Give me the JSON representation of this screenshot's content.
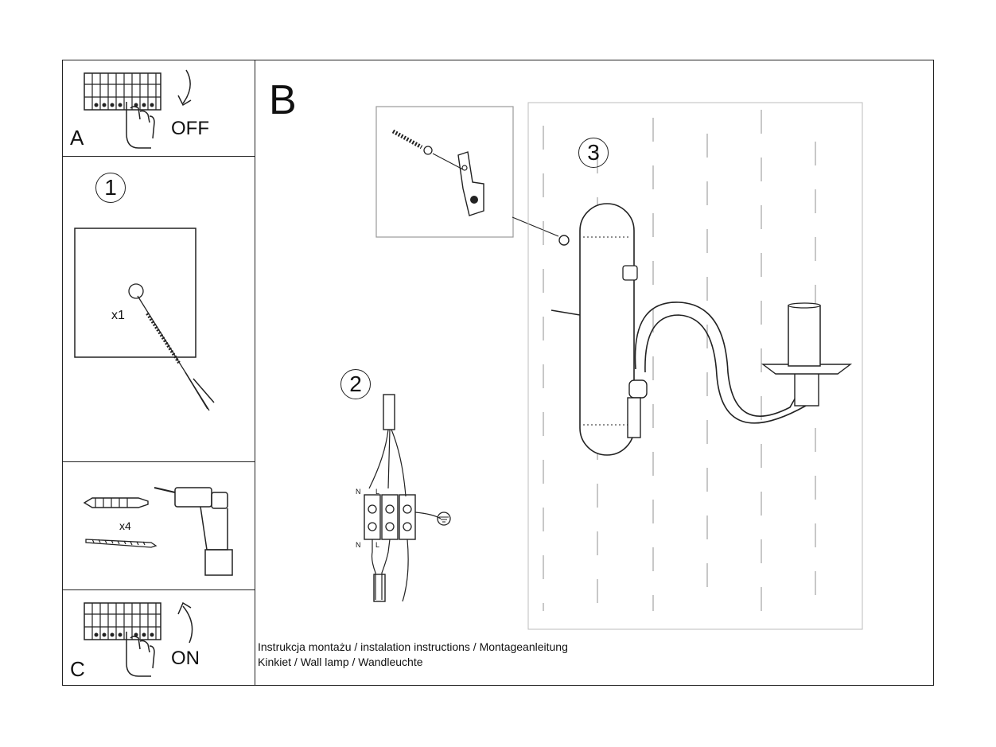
{
  "panels": {
    "a": {
      "label": "A",
      "action": "OFF"
    },
    "step1": {
      "number": "1",
      "quantity": "x1"
    },
    "tools": {
      "quantity": "x4"
    },
    "c": {
      "label": "C",
      "action": "ON"
    }
  },
  "main": {
    "label": "B",
    "step2_number": "2",
    "step3_number": "3",
    "wire_labels": {
      "n_top": "N",
      "l_top": "L",
      "n_bottom": "N",
      "l_bottom": "L"
    }
  },
  "caption": {
    "line1": "Instrukcja montażu / instalation instructions / Montageanleitung",
    "line2": "Kinkiet / Wall lamp / Wandleuchte"
  }
}
